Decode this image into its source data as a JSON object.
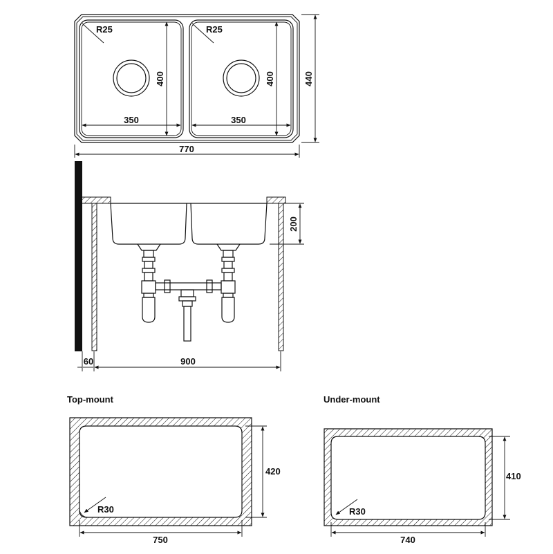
{
  "sink_top_view": {
    "left_radius": "R25",
    "right_radius": "R25",
    "left_bowl_height": "400",
    "right_bowl_height": "400",
    "left_bowl_width": "350",
    "right_bowl_width": "350",
    "total_width": "770",
    "total_height": "440"
  },
  "side_view": {
    "depth": "200",
    "wall_gap": "60",
    "cabinet_width": "900"
  },
  "top_mount": {
    "title": "Top-mount",
    "height": "420",
    "width": "750",
    "corner_radius": "R30"
  },
  "under_mount": {
    "title": "Under-mount",
    "height": "410",
    "width": "740",
    "corner_radius": "R30"
  },
  "colors": {
    "line": "#111111",
    "background": "#ffffff"
  }
}
